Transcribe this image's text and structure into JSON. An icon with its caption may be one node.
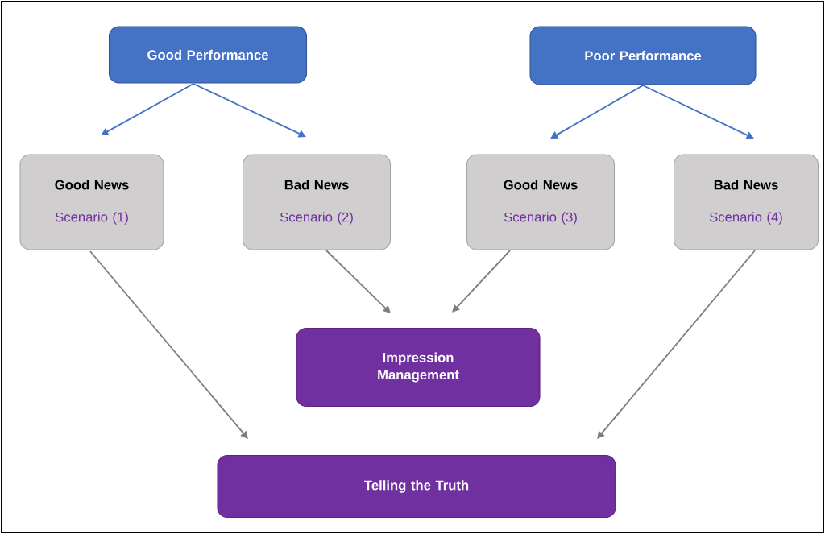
{
  "diagram": {
    "nodes": [
      {
        "text": [
          "Good Performance"
        ]
      },
      {
        "text": [
          "Poor Performance"
        ]
      },
      {
        "text": [
          "Good News",
          "Scenario (1)"
        ]
      },
      {
        "text": [
          "Bad News",
          "Scenario (2)"
        ]
      },
      {
        "text": [
          "Good News",
          "Scenario (3)"
        ]
      },
      {
        "text": [
          "Bad News",
          "Scenario (4)"
        ]
      },
      {
        "text": [
          "Impression Management"
        ]
      },
      {
        "text": [
          "Telling the Truth"
        ]
      }
    ],
    "edges": [
      {
        "from": 0,
        "to": 2,
        "arrow": "to",
        "color": "#4472c4"
      },
      {
        "from": 0,
        "to": 3,
        "arrow": "to",
        "color": "#4472c4"
      },
      {
        "from": 1,
        "to": 4,
        "arrow": "to",
        "color": "#4472c4"
      },
      {
        "from": 1,
        "to": 5,
        "arrow": "to",
        "color": "#4472c4"
      },
      {
        "from": 2,
        "to": 7,
        "arrow": "to"
      },
      {
        "from": 3,
        "to": 6,
        "arrow": "to"
      },
      {
        "from": 4,
        "to": 6,
        "arrow": "to"
      },
      {
        "from": 5,
        "to": 7,
        "arrow": "to"
      }
    ]
  }
}
